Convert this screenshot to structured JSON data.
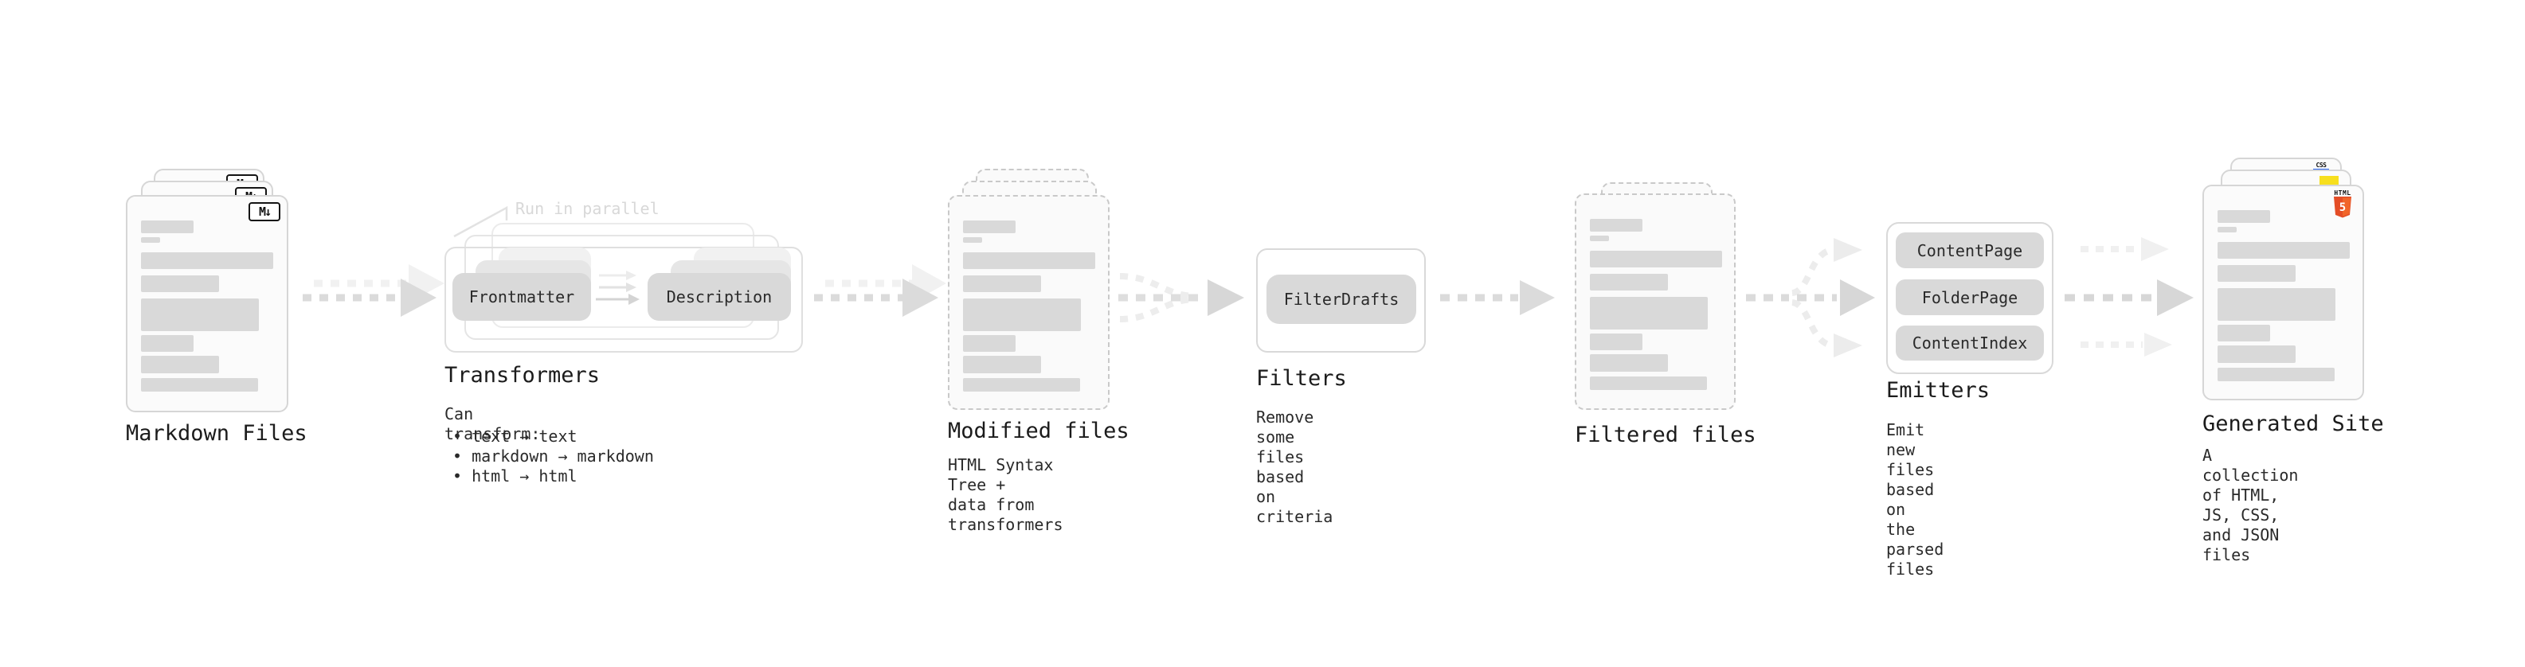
{
  "stages": {
    "markdown": {
      "label": "Markdown Files",
      "file_badge": "M↓"
    },
    "transformers": {
      "label": "Transformers",
      "annotation": "Run in parallel",
      "pill_left": "Frontmatter",
      "pill_right": "Description",
      "desc_heading": "Can transform:",
      "bullets": [
        "• text → text",
        "• markdown → markdown",
        "• html → html"
      ]
    },
    "modified": {
      "label": "Modified files",
      "desc": "HTML Syntax Tree +\ndata from transformers"
    },
    "filters": {
      "label": "Filters",
      "pill": "FilterDrafts",
      "desc": "Remove some files based\non criteria"
    },
    "filtered": {
      "label": "Filtered files"
    },
    "emitters": {
      "label": "Emitters",
      "pills": [
        "ContentPage",
        "FolderPage",
        "ContentIndex"
      ],
      "desc": "Emit new files based on\nthe parsed files"
    },
    "generated": {
      "label": "Generated Site",
      "desc": "A collection of HTML,\nJS, CSS, and JSON files",
      "css_badge": "CSS",
      "html5_wordmark": "HTML",
      "html5_numeral": "5"
    }
  },
  "colors": {
    "card_background": "#fbfbfb",
    "card_border": "#d6d6d6",
    "dashed_border": "#c9c9c9",
    "text_bar": "#d9d9d9",
    "pill_gray": "#d9d9d9",
    "arrow_main": "#d9d9d9",
    "arrow_light": "#efefef",
    "heading_text": "#1b1b1b",
    "body_text": "#2a2a2a",
    "annotation_text": "#d8d8d8",
    "html5_orange": "#e44d26",
    "html5_orange_light": "#f16529",
    "js_yellow": "#f7df1e",
    "css_blue": "#2965f1"
  }
}
